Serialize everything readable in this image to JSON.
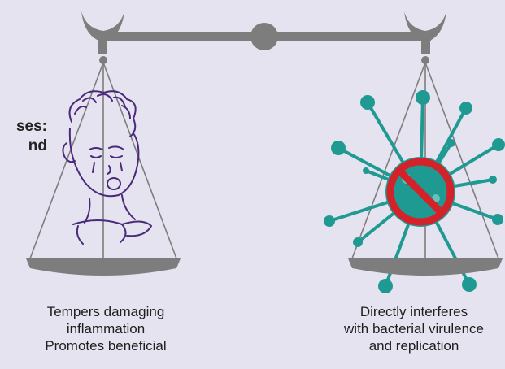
{
  "side_title": {
    "line1": "ses:",
    "line2": "nd"
  },
  "left_pan": {
    "caption_lines": [
      "Tempers damaging",
      "inflammation",
      "Promotes beneficial"
    ]
  },
  "right_pan": {
    "caption_lines": [
      "Directly interferes",
      "with bacterial virulence",
      "and replication"
    ]
  },
  "colors": {
    "background": "#e5e3ef",
    "scale": "#7d7d7d",
    "child_outline": "#4b2a7a",
    "virus": "#1f9a93",
    "prohibition": "#d4222a"
  },
  "icons": {
    "scale": "balance-scale-icon",
    "child": "crying-child-icon",
    "virus": "virus-icon",
    "no": "prohibition-icon"
  }
}
